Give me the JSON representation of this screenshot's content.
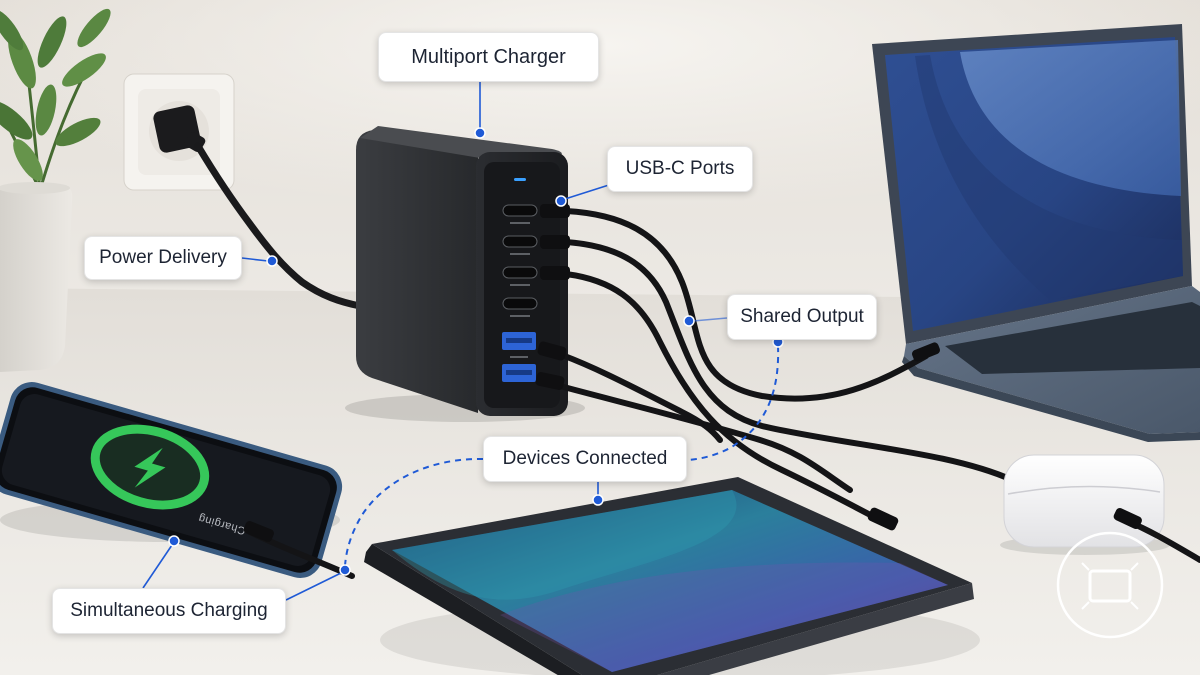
{
  "callouts": {
    "multiport_charger": "Multiport Charger",
    "usb_c_ports": "USB-C Ports",
    "power_delivery": "Power Delivery",
    "shared_output": "Shared Output",
    "devices_connected": "Devices Connected",
    "simultaneous_charging": "Simultaneous Charging"
  },
  "phone_screen": {
    "status_text": "Charging",
    "icon": "lightning-bolt-icon"
  },
  "icons": {
    "charger_led": "status-led-icon",
    "watermark": "frame-corners-icon"
  },
  "colors": {
    "accent": "#1f5ad6",
    "charging_ring": "#36c75a",
    "charger_body": "#1f2124",
    "usb_a_port": "#2d64d6"
  }
}
